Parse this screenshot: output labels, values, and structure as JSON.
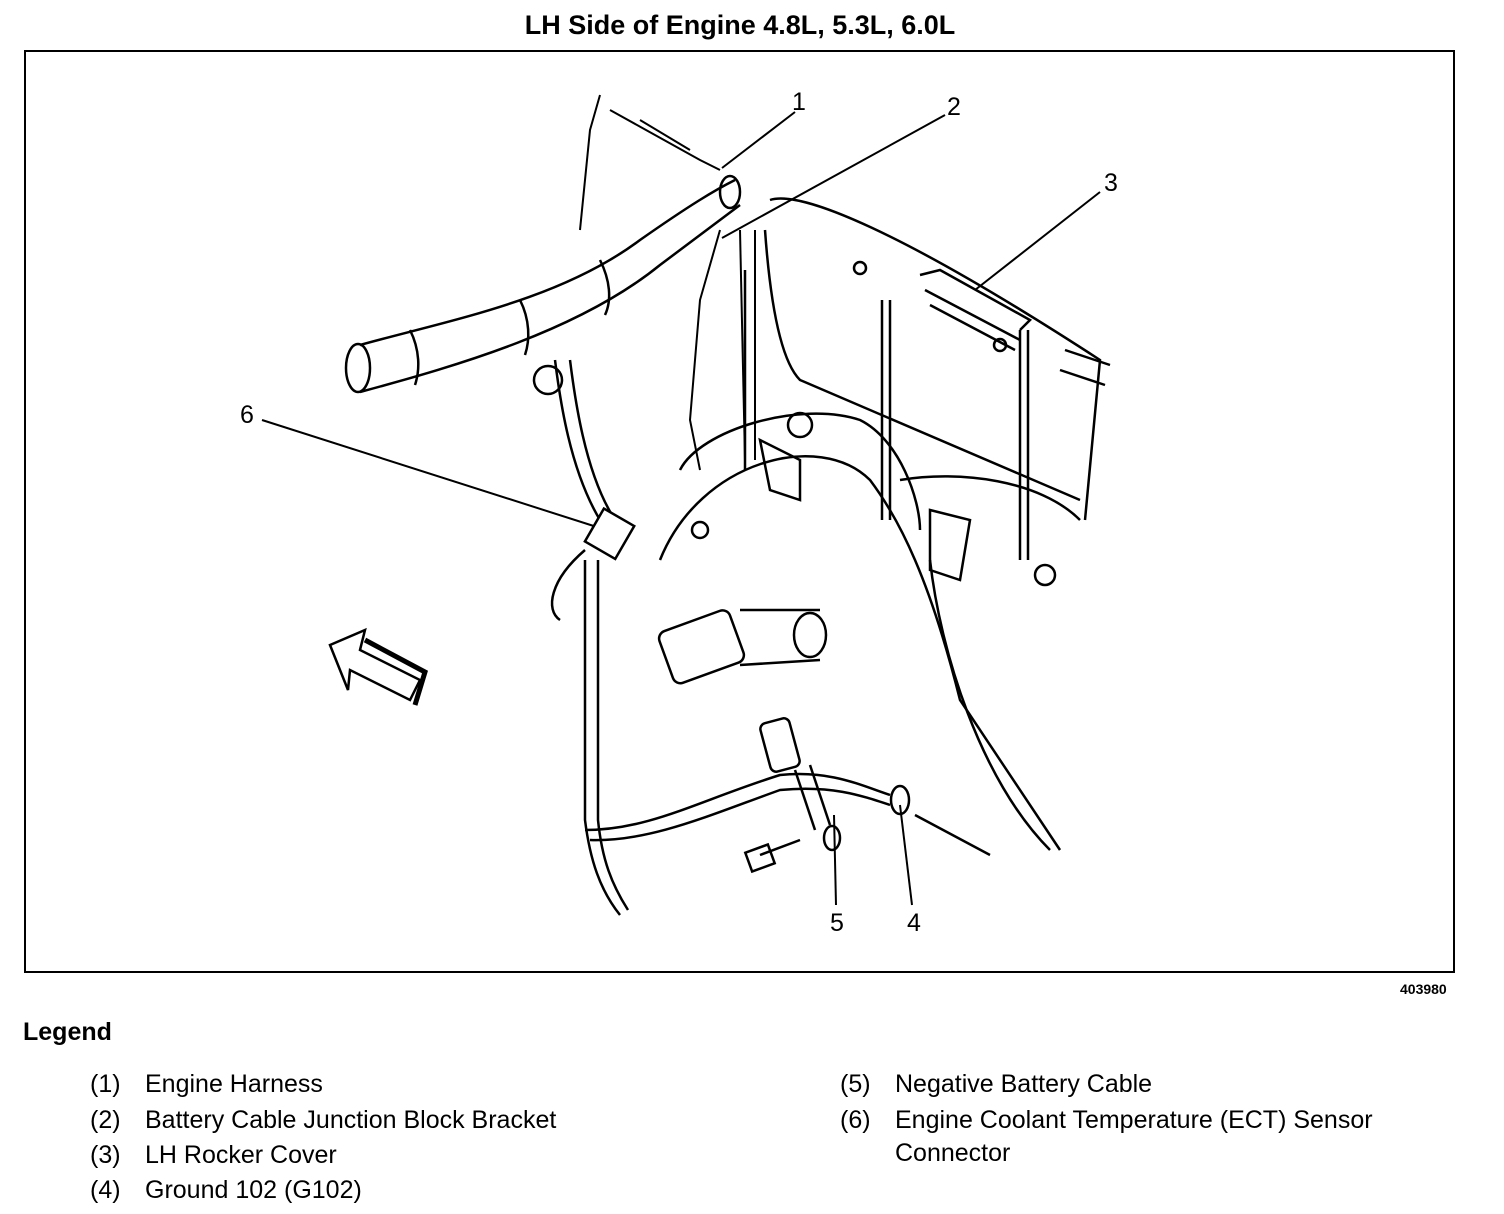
{
  "title": "LH Side of Engine 4.8L, 5.3L, 6.0L",
  "figure_id": "403980",
  "callouts": [
    "1",
    "2",
    "3",
    "4",
    "5",
    "6"
  ],
  "legend": {
    "heading": "Legend",
    "items": [
      {
        "num": "(1)",
        "label": "Engine Harness"
      },
      {
        "num": "(2)",
        "label": "Battery Cable Junction Block Bracket"
      },
      {
        "num": "(3)",
        "label": "LH Rocker Cover"
      },
      {
        "num": "(4)",
        "label": "Ground 102 (G102)"
      },
      {
        "num": "(5)",
        "label": "Negative Battery Cable"
      },
      {
        "num": "(6)",
        "label": "Engine Coolant Temperature (ECT) Sensor",
        "label_cont": "Connector"
      }
    ]
  }
}
